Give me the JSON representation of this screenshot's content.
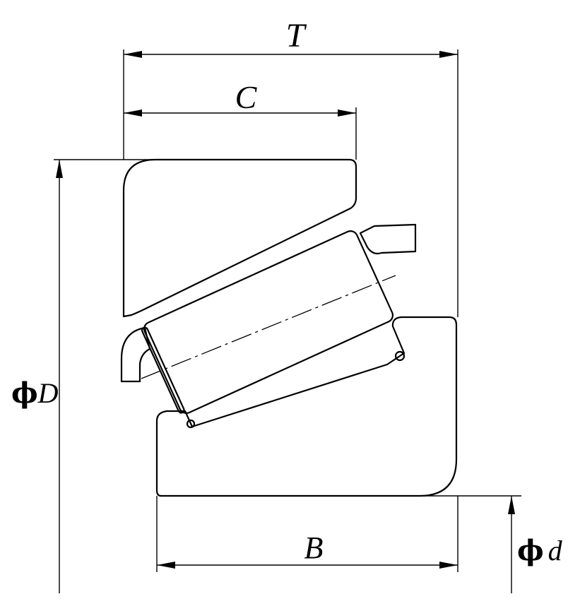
{
  "labels": {
    "T": "T",
    "C": "C",
    "B": "B",
    "phi_symbol": "ϕ",
    "D": "D",
    "d": "d"
  }
}
